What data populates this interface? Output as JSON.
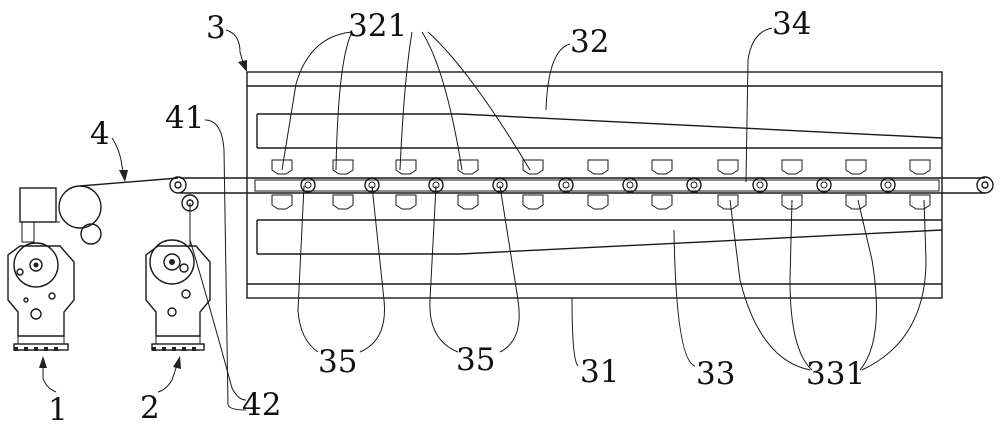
{
  "labels": {
    "unwinder_1": "1",
    "unwinder_2": "2",
    "frame": "3",
    "web": "4",
    "roller_41": "41",
    "roller_42": "42",
    "bottom_frame": "31",
    "top_frame": "32",
    "bottom_plate": "33",
    "conveyor": "34",
    "rollers": "35",
    "rollers_b": "35",
    "top_heaters": "321",
    "bottom_heaters": "331"
  }
}
